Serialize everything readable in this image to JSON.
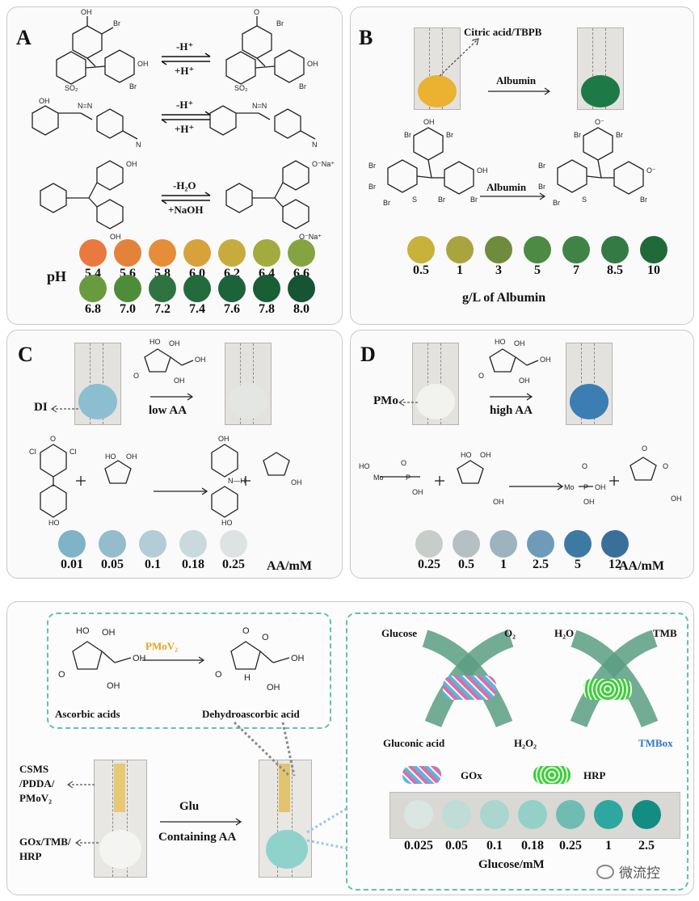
{
  "panel_a": {
    "label": "A",
    "eq1_top": "-H⁺",
    "eq1_bottom": "+H⁺",
    "eq2_top": "-H⁺",
    "eq2_bottom": "+H⁺",
    "eq3_top": "-H₂O",
    "eq3_bottom": "+NaOH",
    "ph_label": "pH",
    "row1": [
      {
        "value": "5.4",
        "color": "#e9793c"
      },
      {
        "value": "5.6",
        "color": "#e5823a"
      },
      {
        "value": "5.8",
        "color": "#e58d38"
      },
      {
        "value": "6.0",
        "color": "#d7a23a"
      },
      {
        "value": "6.2",
        "color": "#c7ab3c"
      },
      {
        "value": "6.4",
        "color": "#a3ab3e"
      },
      {
        "value": "6.6",
        "color": "#84a441"
      }
    ],
    "row2": [
      {
        "value": "6.8",
        "color": "#6a9a3e"
      },
      {
        "value": "7.0",
        "color": "#4f8c39"
      },
      {
        "value": "7.2",
        "color": "#2f7440"
      },
      {
        "value": "7.4",
        "color": "#236a3d"
      },
      {
        "value": "7.6",
        "color": "#1d6339"
      },
      {
        "value": "7.8",
        "color": "#1a5e36"
      },
      {
        "value": "8.0",
        "color": "#175433"
      }
    ]
  },
  "panel_b": {
    "label": "B",
    "reagent": "Citric acid/TBPB",
    "arrow1": "Albumin",
    "arrow2": "Albumin",
    "axis": "g/L of Albumin",
    "dots": [
      {
        "value": "0.5",
        "color": "#c9b23c"
      },
      {
        "value": "1",
        "color": "#a9a440"
      },
      {
        "value": "3",
        "color": "#6f8c3e"
      },
      {
        "value": "5",
        "color": "#4d8a43"
      },
      {
        "value": "7",
        "color": "#3f8446"
      },
      {
        "value": "8.5",
        "color": "#347a44"
      },
      {
        "value": "10",
        "color": "#1f6a38"
      }
    ],
    "spot_before": "#eab230",
    "spot_after": "#1d7a46"
  },
  "panel_c": {
    "label": "C",
    "strip_label": "DI",
    "arrow": "low AA",
    "axis": "AA/mM",
    "dots": [
      {
        "value": "0.01",
        "color": "#7eb3c8"
      },
      {
        "value": "0.05",
        "color": "#94bccc"
      },
      {
        "value": "0.1",
        "color": "#b2cdd7"
      },
      {
        "value": "0.18",
        "color": "#c9d9de"
      },
      {
        "value": "0.25",
        "color": "#dde3e2"
      }
    ],
    "spot_before": "#8bbed0",
    "spot_after": "#e4e6e4"
  },
  "panel_d": {
    "label": "D",
    "strip_label": "PMo",
    "arrow": "high AA",
    "axis": "AA/mM",
    "dots": [
      {
        "value": "0.25",
        "color": "#c7cdc9"
      },
      {
        "value": "0.5",
        "color": "#b4c0c4"
      },
      {
        "value": "1",
        "color": "#9db3c0"
      },
      {
        "value": "2.5",
        "color": "#6e9cb8"
      },
      {
        "value": "5",
        "color": "#3d7aa3"
      },
      {
        "value": "12",
        "color": "#3a6f9a"
      }
    ],
    "spot_before": "#f2f2ee",
    "spot_after": "#3c7db4"
  },
  "panel_e": {
    "pmo_label": "PMoV₂",
    "pmo_color": "#e9a21e",
    "left_name": "Ascorbic acids",
    "right_name": "Dehydroascorbic acid",
    "strip_top_label": "CSMS/PDDA/PMoV₂",
    "strip_top_lines": [
      "CSMS",
      "/PDDA/",
      "PMoV₂"
    ],
    "strip_bottom_lines": [
      "GOx/TMB/",
      "HRP"
    ],
    "arrow_top": "Glu",
    "arrow_bottom": "Containing AA",
    "glucose": "Glucose",
    "o2": "O₂",
    "h2o": "H₂O",
    "tmb": "TMB",
    "gluconic": "Gluconic acid",
    "h2o2": "H₂O₂",
    "tmbox": "TMBox",
    "tmbox_color": "#2b78c8",
    "gox": "GOx",
    "hrp": "HRP",
    "axis": "Glucose/mM",
    "dots": [
      {
        "value": "0.025",
        "color": "#d9e6e2"
      },
      {
        "value": "0.05",
        "color": "#bfdcd6"
      },
      {
        "value": "0.1",
        "color": "#a9d6cf"
      },
      {
        "value": "0.18",
        "color": "#93d0c8"
      },
      {
        "value": "0.25",
        "color": "#6fbcb2"
      },
      {
        "value": "1",
        "color": "#2ea7a0"
      },
      {
        "value": "2.5",
        "color": "#138c84"
      }
    ],
    "watermark": "微流控"
  }
}
